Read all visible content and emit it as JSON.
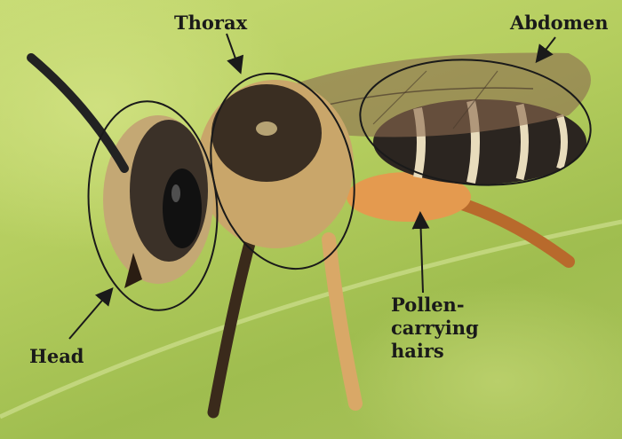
{
  "labels": {
    "head": "Head",
    "thorax": "Thorax",
    "abdomen": "Abdomen",
    "pollen_hairs": "Pollen-\ncarrying\nhairs"
  },
  "colors": {
    "background_leaf": "#b4cd5e",
    "label_text": "#1a1a1a",
    "outline": "#1a1a1a"
  }
}
